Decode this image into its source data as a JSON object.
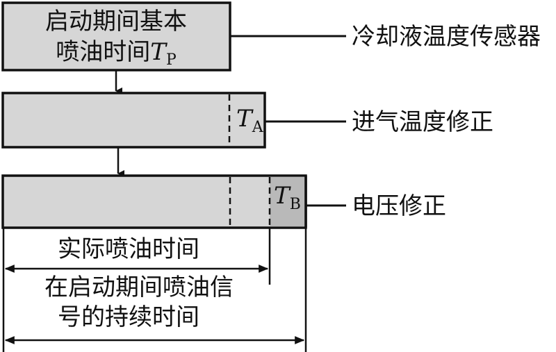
{
  "blocks": {
    "base": {
      "line1": "启动期间基本",
      "line2": "喷油时间",
      "symbol": "T",
      "subscript": "P"
    },
    "intake": {
      "symbol": "T",
      "subscript": "A"
    },
    "voltage": {
      "symbol": "T",
      "subscript": "B"
    }
  },
  "sensors": {
    "coolant": "冷却液温度传感器",
    "intake_temp": "进气温度修正",
    "voltage": "电压修正"
  },
  "dimensions": {
    "actual": "实际喷油时间",
    "signal_line1": "在启动期间喷油信",
    "signal_line2": "号的持续时间"
  },
  "colors": {
    "block_fill": "#d6d6d6",
    "correction_fill": "#b9b9b9",
    "stroke": "#111111"
  }
}
